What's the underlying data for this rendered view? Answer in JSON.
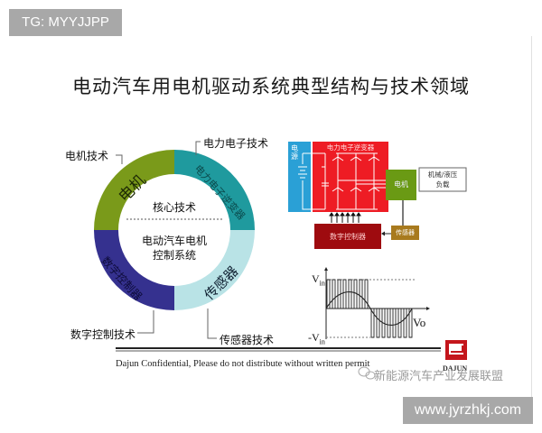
{
  "watermarks": {
    "top_left": "TG: MYYJJPP",
    "bottom_right": "www.jyrzhkj.com",
    "wechat_account": "新能源汽车产业发展联盟"
  },
  "title": "电动汽车用电机驱动系统典型结构与技术领域",
  "ring": {
    "center_top": "核心技术",
    "center_bottom_line1": "电动汽车电机",
    "center_bottom_line2": "控制系统",
    "segments": [
      {
        "label": "电机",
        "color": "#7a9a1a",
        "callout": "电机技术"
      },
      {
        "label": "电力电子逆变器",
        "color": "#1f9a9e",
        "callout": "电力电子技术"
      },
      {
        "label": "数字控制器",
        "color": "#35318f",
        "callout": "数字控制技术"
      },
      {
        "label": "传感器",
        "color": "#b9e3e6",
        "callout": "传感器技术"
      }
    ]
  },
  "circuit": {
    "power_source": "电源",
    "inverter": "电力电子逆变器",
    "motor": "电机",
    "load_line1": "机械/液压",
    "load_line2": "负载",
    "sensor": "传感器",
    "controller": "数字控制器",
    "colors": {
      "power_source": "#2aa0d6",
      "inverter": "#ee1c24",
      "motor": "#6a9a14",
      "sensor": "#a87a1e",
      "controller": "#9e0b0f"
    }
  },
  "waveform": {
    "vin_label": "V",
    "vin_sub": "in",
    "neg_vin_label": "-V",
    "neg_vin_sub": "in",
    "vo_label": "Vo"
  },
  "footer": {
    "confidential": "Dajun Confidential, Please do not distribute without written permit",
    "logo_text": "DAJUN",
    "logo_color": "#c4161c"
  }
}
